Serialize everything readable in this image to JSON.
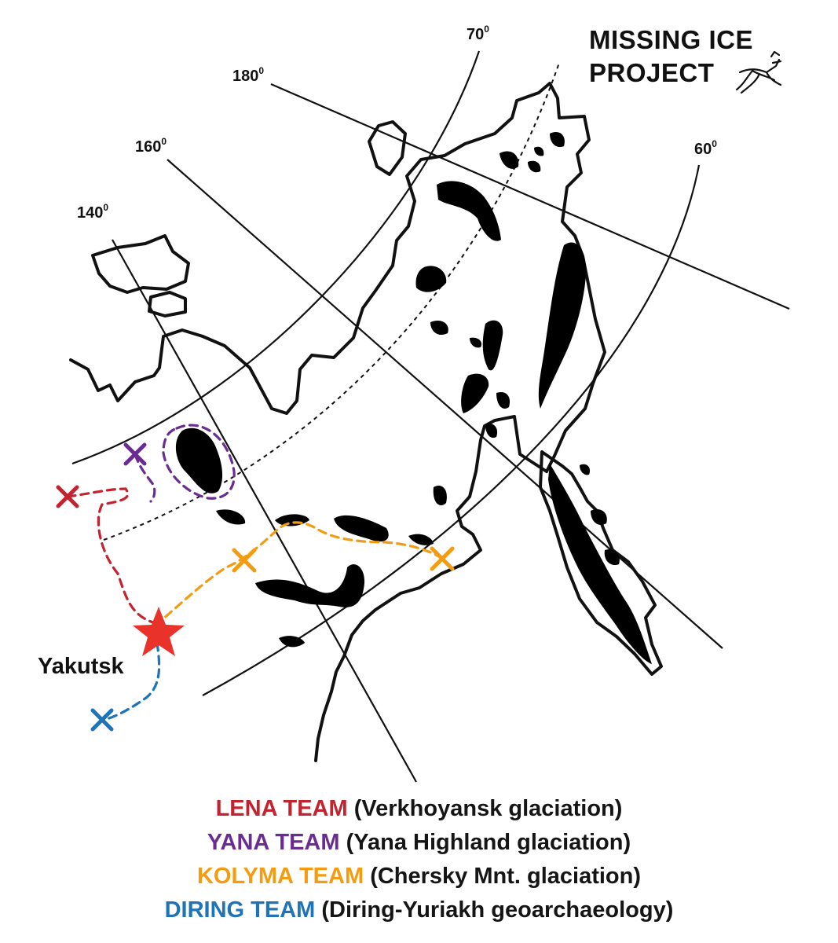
{
  "brand": {
    "line1": "MISSING ICE",
    "line2": "PROJECT",
    "logo_icon": "leaping-antelope-icon"
  },
  "meridian_labels": [
    {
      "id": "lon-140",
      "value": "140",
      "unit": "0"
    },
    {
      "id": "lon-160",
      "value": "160",
      "unit": "0"
    },
    {
      "id": "lon-180",
      "value": "180",
      "unit": "0"
    }
  ],
  "parallel_labels": [
    {
      "id": "lat-70",
      "value": "70",
      "unit": "0"
    },
    {
      "id": "lat-60",
      "value": "60",
      "unit": "0"
    }
  ],
  "city": {
    "name": "Yakutsk",
    "marker_icon": "star-icon"
  },
  "colors": {
    "lena": "#c3222f",
    "yana": "#6a2c91",
    "kolyma": "#f39c12",
    "diring": "#1f73b7",
    "land": "#111111",
    "glacier": "#000000"
  },
  "legend": [
    {
      "team": "LENA TEAM",
      "desc": "(Verkhoyansk glaciation)",
      "color": "#c3222f"
    },
    {
      "team": "YANA TEAM",
      "desc": "(Yana Highland glaciation)",
      "color": "#6a2c91"
    },
    {
      "team": "KOLYMA TEAM",
      "desc": "(Chersky Mnt. glaciation)",
      "color": "#f39c12"
    },
    {
      "team": "DIRING TEAM",
      "desc": "(Diring-Yuriakh geoarchaeology)",
      "color": "#1f73b7"
    }
  ]
}
